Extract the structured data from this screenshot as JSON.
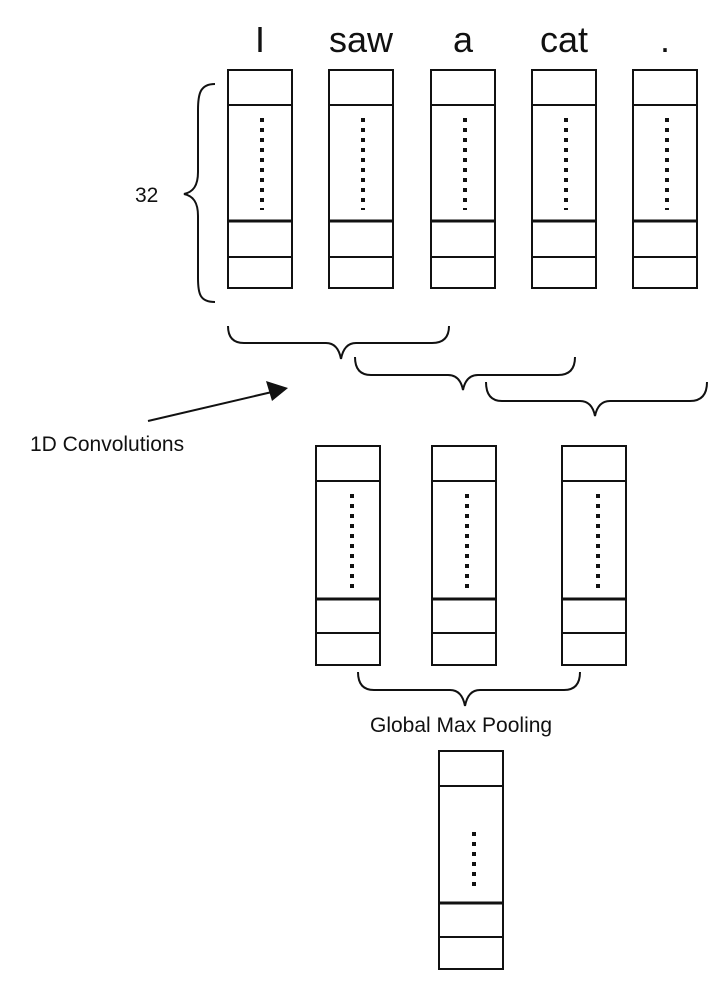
{
  "tokens": [
    "I",
    "saw",
    "a",
    "cat",
    "."
  ],
  "dimension_label": "32",
  "convolution_label": "1D Convolutions",
  "pooling_label": "Global Max Pooling"
}
